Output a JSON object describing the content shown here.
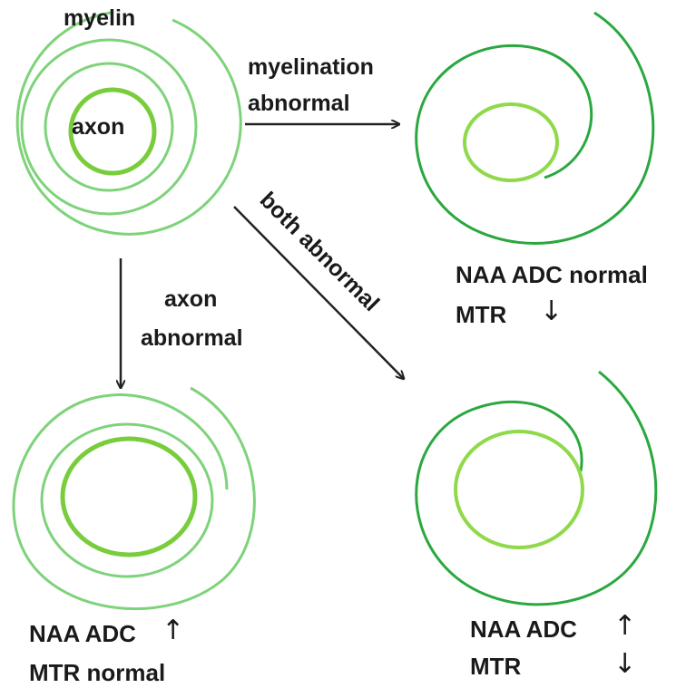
{
  "colors": {
    "myelin_light": "#7ed37a",
    "myelin_dark": "#2aa83f",
    "axon_light": "#8fd94a",
    "axon_dark": "#6fcf3a",
    "arrow": "#222222",
    "text": "#1a1a1a"
  },
  "labels": {
    "myelin": "myelin",
    "axon": "axon",
    "myelination_abnormal_1": "myelination",
    "myelination_abnormal_2": "abnormal",
    "both_abnormal": "both abnormal",
    "axon_abnormal_1": "axon",
    "axon_abnormal_2": "abnormal"
  },
  "results": {
    "top_right_line1": "NAA ADC normal",
    "top_right_line2": "MTR",
    "bottom_left_line1": "NAA ADC",
    "bottom_left_line2": "MTR normal",
    "bottom_right_line1": "NAA ADC",
    "bottom_right_line2": "MTR"
  },
  "indicators": {
    "up": "↑",
    "down": "↓"
  }
}
